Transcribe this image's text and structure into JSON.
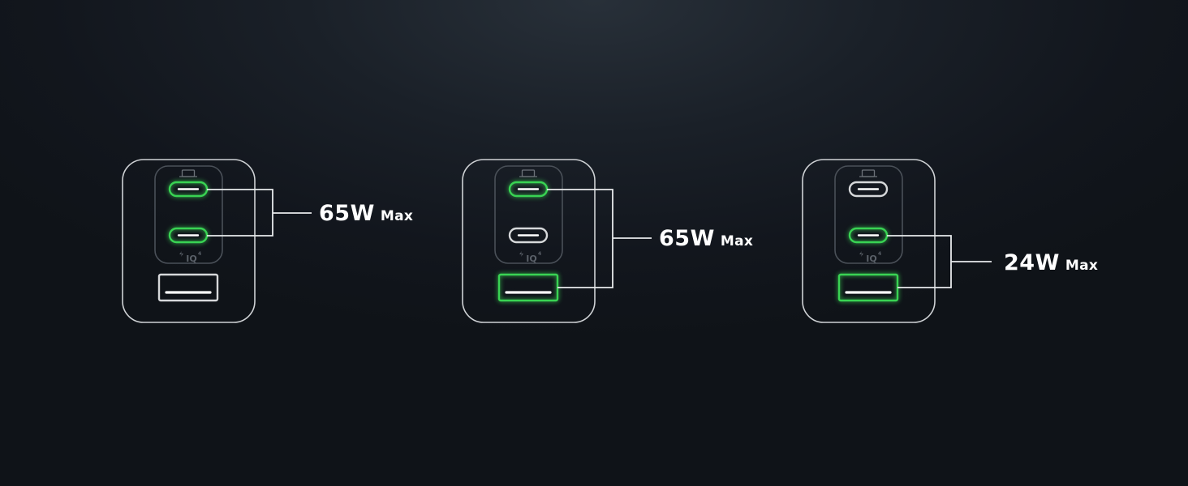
{
  "colors": {
    "background": "#14181f",
    "outline": "#d6d8da",
    "active_port": "#39d353",
    "ghost": "#4a5058"
  },
  "branding": {
    "logo_text": "IQ",
    "logo_superscript": "4"
  },
  "configurations": [
    {
      "watts": "65W",
      "max_label": "Max",
      "ports": {
        "usb_c1": "active",
        "usb_c2": "active",
        "usb_a": "inactive"
      }
    },
    {
      "watts": "65W",
      "max_label": "Max",
      "ports": {
        "usb_c1": "active",
        "usb_c2": "inactive",
        "usb_a": "active"
      }
    },
    {
      "watts": "24W",
      "max_label": "Max",
      "ports": {
        "usb_c1": "inactive",
        "usb_c2": "active",
        "usb_a": "active"
      }
    }
  ]
}
